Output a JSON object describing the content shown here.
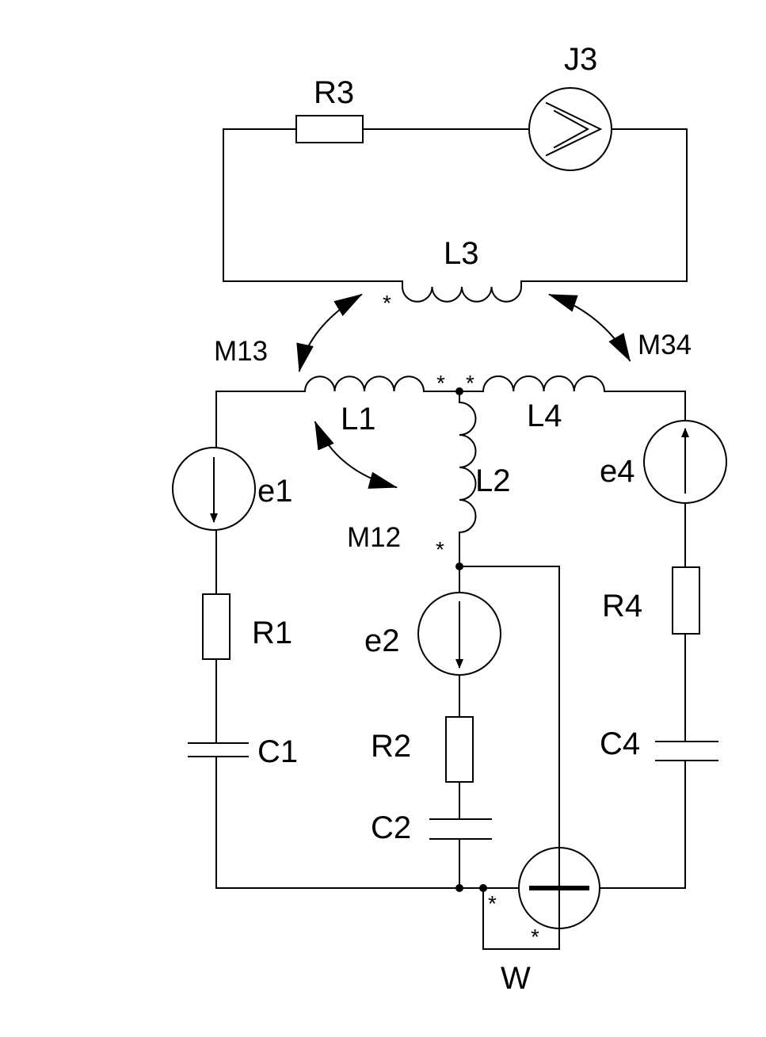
{
  "labels": {
    "R3": "R3",
    "J3": "J3",
    "L3": "L3",
    "M13": "M13",
    "M34": "M34",
    "L1": "L1",
    "L4": "L4",
    "L2": "L2",
    "M12": "M12",
    "e1": "e1",
    "e2": "e2",
    "e4": "e4",
    "R1": "R1",
    "R2": "R2",
    "R4": "R4",
    "C1": "C1",
    "C2": "C2",
    "C4": "C4",
    "W": "W"
  },
  "polarity_mark": "*"
}
